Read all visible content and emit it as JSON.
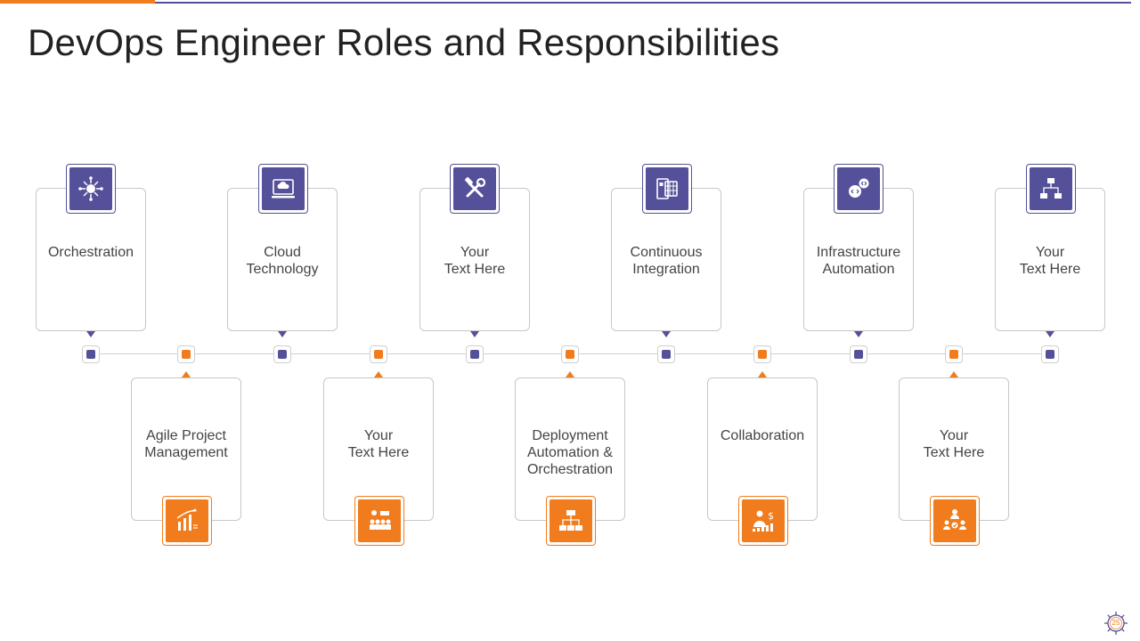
{
  "slide": {
    "title": "DevOps Engineer Roles and Responsibilities",
    "page_number": "25"
  },
  "colors": {
    "purple": "#55509a",
    "orange": "#f07c1d",
    "border": "#c8c8c8",
    "text": "#444444"
  },
  "top_cards": [
    {
      "label": "Orchestration",
      "icon": "network-hub-icon"
    },
    {
      "label": "Cloud\nTechnology",
      "icon": "cloud-computer-icon"
    },
    {
      "label": "Your\nText Here",
      "icon": "tools-icon"
    },
    {
      "label": "Continuous\nIntegration",
      "icon": "document-grid-icon"
    },
    {
      "label": "Infrastructure\nAutomation",
      "icon": "gears-code-icon"
    },
    {
      "label": "Your\nText Here",
      "icon": "hierarchy-code-icon"
    }
  ],
  "bottom_cards": [
    {
      "label": "Agile Project\nManagement",
      "icon": "growth-chart-icon"
    },
    {
      "label": "Your\nText Here",
      "icon": "team-board-icon"
    },
    {
      "label": "Deployment\nAutomation &\nOrchestration",
      "icon": "org-chart-icon"
    },
    {
      "label": "Collaboration",
      "icon": "businessman-dollar-icon"
    },
    {
      "label": "Your\nText Here",
      "icon": "team-approval-icon"
    }
  ]
}
